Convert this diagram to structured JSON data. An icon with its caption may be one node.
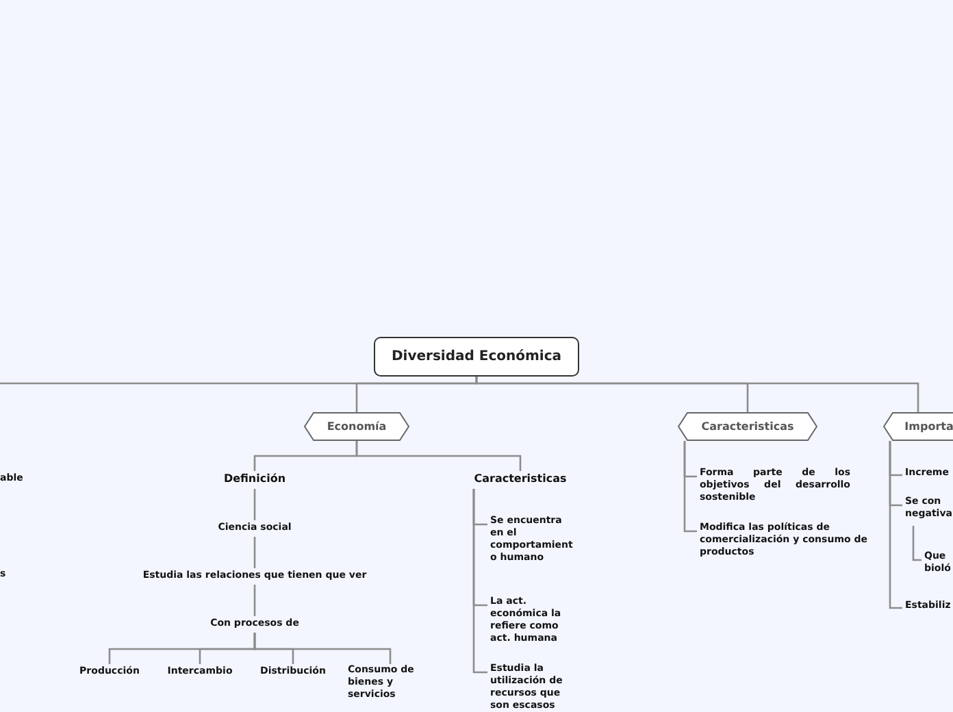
{
  "diagram": {
    "nodes": [
      {
        "text": [
          "Diversidad Económica"
        ]
      },
      {
        "text": [
          "Economía"
        ]
      },
      {
        "text": [
          "Caracteristicas"
        ]
      },
      {
        "text": [
          "Importa"
        ]
      },
      {
        "text": [
          "Definición"
        ]
      },
      {
        "text": [
          "Caracteristicas"
        ]
      },
      {
        "text": [
          "Ciencia social"
        ]
      },
      {
        "text": [
          "Estudia las relaciones que tienen que ver"
        ]
      },
      {
        "text": [
          "Con procesos de"
        ]
      },
      {
        "text": [
          "Producción"
        ]
      },
      {
        "text": [
          "Intercambio"
        ]
      },
      {
        "text": [
          "Distribución"
        ]
      },
      {
        "text": [
          "Consumo de bienes y servicios"
        ]
      },
      {
        "text": [
          "Se encuentra en el comportamiento humano"
        ]
      },
      {
        "text": [
          "La act. económica la refiere como act. humana"
        ]
      },
      {
        "text": [
          "Estudia la utilización de recursos que son escasos"
        ]
      },
      {
        "text": [
          "Forma parte de los objetivos del desarrollo sostenible"
        ]
      },
      {
        "text": [
          "Modifica las políticas de comercialización y consumo de productos"
        ]
      },
      {
        "text": [
          "Increme"
        ]
      },
      {
        "text": [
          "Se con negativa"
        ]
      },
      {
        "text": [
          "Que bioló"
        ]
      },
      {
        "text": [
          "Estabiliz"
        ]
      },
      {
        "text": [
          "able"
        ]
      },
      {
        "text": [
          "s"
        ]
      }
    ],
    "edges": [
      {
        "from": 0,
        "to": null,
        "arrow": "none"
      },
      {
        "from": 0,
        "to": 1,
        "arrow": "none"
      },
      {
        "from": 0,
        "to": 2,
        "arrow": "none"
      },
      {
        "from": 0,
        "to": 3,
        "arrow": "none"
      },
      {
        "from": 1,
        "to": 4,
        "arrow": "none"
      },
      {
        "from": 1,
        "to": 5,
        "arrow": "none"
      },
      {
        "from": 4,
        "to": 6,
        "arrow": "none"
      },
      {
        "from": 6,
        "to": 7,
        "arrow": "none"
      },
      {
        "from": 7,
        "to": 8,
        "arrow": "none"
      },
      {
        "from": 8,
        "to": 9,
        "arrow": "none"
      },
      {
        "from": 8,
        "to": 10,
        "arrow": "none"
      },
      {
        "from": 8,
        "to": 11,
        "arrow": "none"
      },
      {
        "from": 8,
        "to": 12,
        "arrow": "none"
      },
      {
        "from": 5,
        "to": 13,
        "arrow": "none"
      },
      {
        "from": 5,
        "to": 14,
        "arrow": "none"
      },
      {
        "from": 5,
        "to": 15,
        "arrow": "none"
      },
      {
        "from": 2,
        "to": 16,
        "arrow": "none"
      },
      {
        "from": 2,
        "to": 17,
        "arrow": "none"
      },
      {
        "from": 3,
        "to": 18,
        "arrow": "none"
      },
      {
        "from": 3,
        "to": 19,
        "arrow": "none"
      },
      {
        "from": 19,
        "to": 20,
        "arrow": "none"
      },
      {
        "from": 3,
        "to": 21,
        "arrow": "none"
      }
    ]
  }
}
